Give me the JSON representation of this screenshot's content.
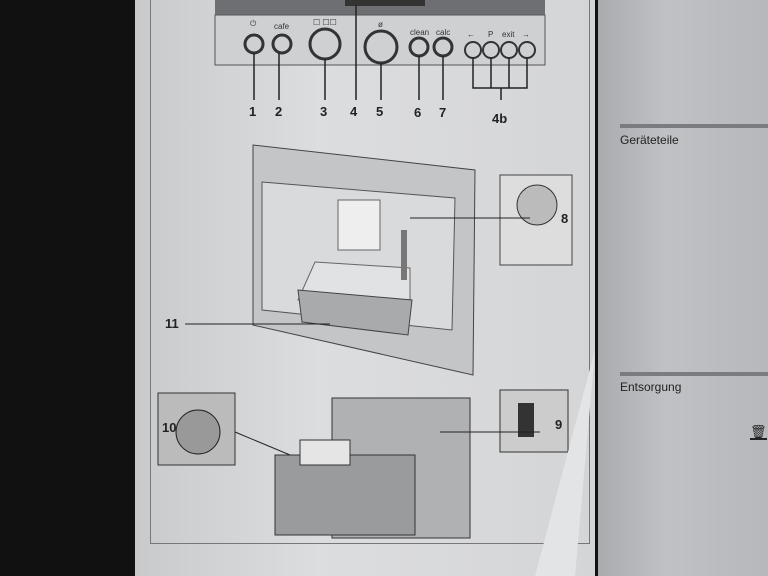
{
  "control_panel": {
    "button_labels": {
      "power": "⏻",
      "cafe": "cafe",
      "strength": "☐ ☐☐",
      "volume": "ø",
      "clean": "clean",
      "calc": "calc",
      "left": "←",
      "program": "P",
      "exit": "exit",
      "right": "→"
    },
    "callouts": [
      "1",
      "2",
      "3",
      "4",
      "5",
      "6",
      "7",
      "4b"
    ]
  },
  "machine_callouts": {
    "selector": "8",
    "drip_tray": "11",
    "main_switch": "9",
    "water_hardness": "10"
  },
  "right_page": {
    "section1": "Geräteteile",
    "section2": "Entsorgung",
    "disposal_icon": "crossed-bin-icon"
  }
}
